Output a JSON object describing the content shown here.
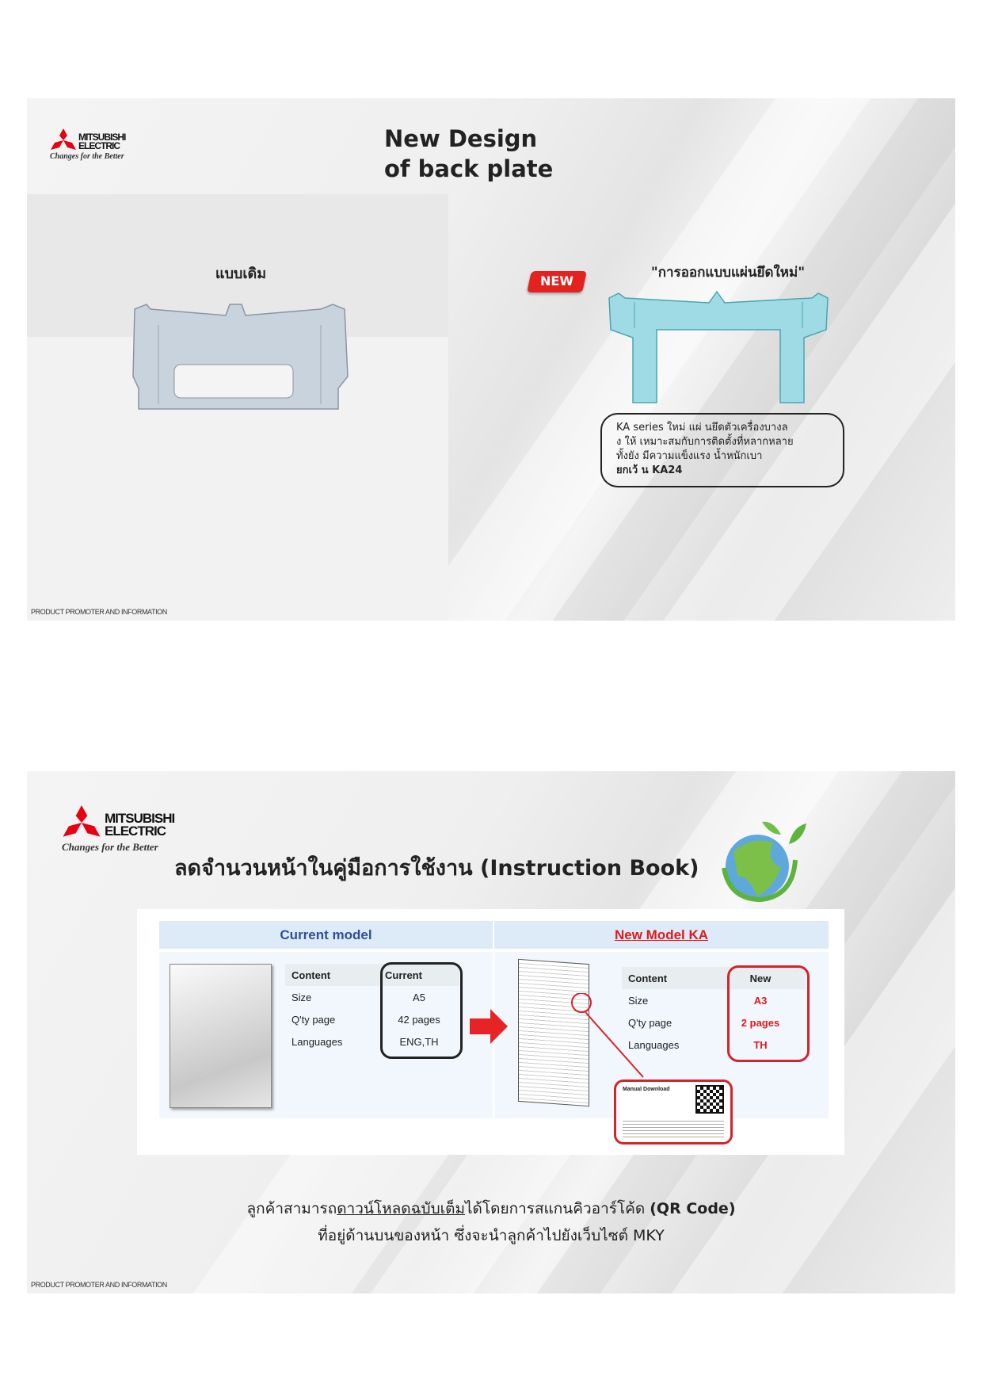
{
  "brand": {
    "name_line1": "MITSUBISHI",
    "name_line2": "ELECTRIC",
    "tagline": "Changes for the Better",
    "red": "#e60012"
  },
  "footer": "PRODUCT PROMOTER AND INFORMATION",
  "slide1": {
    "title_line1": "New Design",
    "title_line2": "of back plate",
    "old_label": "แบบเดิม",
    "new_badge": "NEW",
    "new_label": "\"การออกแบบแผ่นยึดใหม่\"",
    "desc_lines": [
      "KA series ใหม่  แผ่ นยึดตัวเครื่องบางล",
      "ง ให้ เหมาะสมกับการติดตั้งที่หลากหลาย",
      "ทั้งยัง มีความแข็งแรง น้ำหนักเบา"
    ],
    "desc_bold": "ยกเว้ น KA24"
  },
  "slide2": {
    "title": "ลดจำนวนหน้าในคู่มือการใช้งาน (Instruction Book)",
    "current_header": "Current model",
    "new_header": "New Model KA",
    "current_table": {
      "headers": [
        "Content",
        "Current"
      ],
      "rows": [
        [
          "Size",
          "A5"
        ],
        [
          "Q'ty page",
          "42 pages"
        ],
        [
          "Languages",
          "ENG,TH"
        ]
      ]
    },
    "new_table": {
      "headers": [
        "Content",
        "New"
      ],
      "rows": [
        [
          "Size",
          "A3"
        ],
        [
          "Q'ty page",
          "2 pages"
        ],
        [
          "Languages",
          "TH"
        ]
      ]
    },
    "qr_card_title": "Manual Download",
    "bottom_line1_a": "ลูกค้าสามารถ",
    "bottom_line1_u": "ดาวน์โหลดฉบับเต็ม",
    "bottom_line1_b": "ได้โดยการสแกนคิวอาร์โค้ด ",
    "bottom_line1_bold": "(QR Code)",
    "bottom_line2": "ที่อยู่ด้านบนของหน้า ซึ่งจะนำลูกค้าไปยังเว็บไซต์ MKY"
  }
}
